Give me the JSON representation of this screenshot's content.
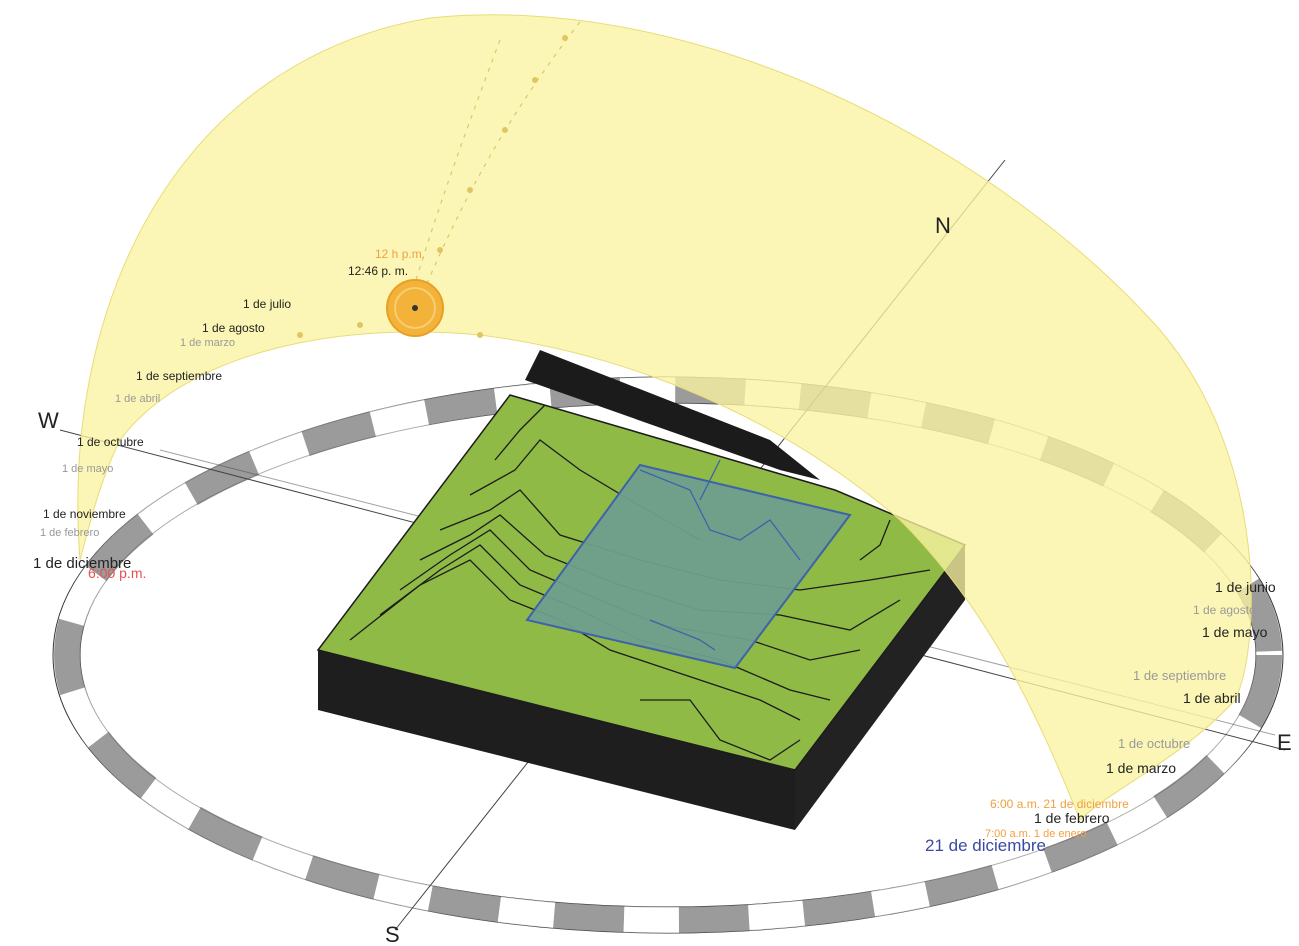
{
  "compass": {
    "north": "N",
    "south": "S",
    "east": "E",
    "west": "W"
  },
  "sun": {
    "time_label": "12:46 p. m.",
    "hour_label": "12 h p.m."
  },
  "west_labels": [
    "1 de julio",
    "1 de agosto",
    "1 de marzo",
    "1 de septiembre",
    "1 de abril",
    "1 de octubre",
    "1 de mayo",
    "1 de noviembre",
    "1 de febrero",
    "1 de diciembre",
    "6:00 p.m."
  ],
  "east_labels": [
    "1 de junio",
    "1 de agosto",
    "1 de mayo",
    "1 de septiembre",
    "1 de abril",
    "1 de octubre",
    "1 de marzo",
    "6:00 a.m. 21 de diciembre",
    "1 de febrero",
    "7:00 a.m. 1 de enero",
    "21 de diciembre"
  ],
  "colors": {
    "sun_path_fill": "#fbf3a1",
    "sun_disc": "#f3b23a",
    "terrain": "#8fba45",
    "site": "#6f9e8e",
    "ground_shadow": "#1e1e1e",
    "ring_dark": "#8a8a8a",
    "ring_light": "#f5f5f5"
  }
}
